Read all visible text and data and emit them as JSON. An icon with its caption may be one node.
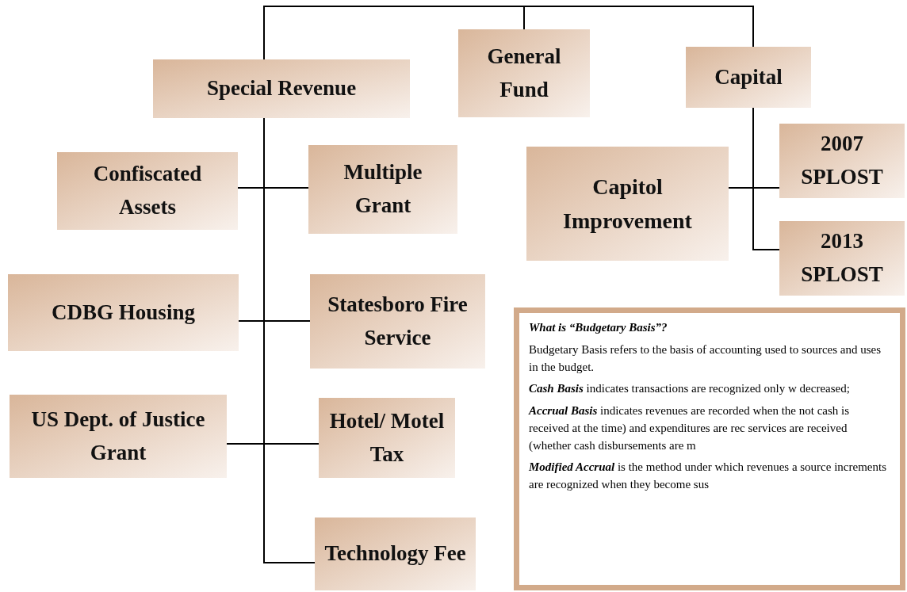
{
  "diagram": {
    "nodes": [
      {
        "text": [
          "Special Revenue"
        ]
      },
      {
        "text": [
          "General Fund"
        ]
      },
      {
        "text": [
          "Capital"
        ]
      },
      {
        "text": [
          "Confiscated Assets"
        ]
      },
      {
        "text": [
          "Multiple Grant"
        ]
      },
      {
        "text": [
          "Capitol Improvement"
        ]
      },
      {
        "text": [
          "2007 SPLOST"
        ]
      },
      {
        "text": [
          "2013 SPLOST"
        ]
      },
      {
        "text": [
          "CDBG Housing"
        ]
      },
      {
        "text": [
          "Statesboro Fire Service"
        ]
      },
      {
        "text": [
          "US Dept. of Justice Grant"
        ]
      },
      {
        "text": [
          "Hotel/ Motel Tax"
        ]
      },
      {
        "text": [
          "Technology Fee"
        ]
      },
      {
        "text": [
          "What is “Budgetary Basis”?",
          "Budgetary Basis refers to the basis of accounting used to sources and uses in the budget.",
          "**Cash Basis**  indicates transactions are recognized only w decreased;",
          "**Accrual Basis** indicates revenues are recorded when the not cash is received at the time) and expenditures are rec services are received (whether cash disbursements are m",
          "**Modified Accrual** is the method under which revenues a source increments are recognized when they become sus"
        ]
      }
    ],
    "edges": [
      {
        "from": 1,
        "to": 0,
        "arrow": "none"
      },
      {
        "from": 1,
        "to": 2,
        "arrow": "none"
      },
      {
        "from": 0,
        "to": 3,
        "arrow": "none"
      },
      {
        "from": 0,
        "to": 4,
        "arrow": "none"
      },
      {
        "from": 0,
        "to": 8,
        "arrow": "none"
      },
      {
        "from": 0,
        "to": 9,
        "arrow": "none"
      },
      {
        "from": 0,
        "to": 10,
        "arrow": "none"
      },
      {
        "from": 0,
        "to": 11,
        "arrow": "none"
      },
      {
        "from": 0,
        "to": 12,
        "arrow": "none"
      },
      {
        "from": 2,
        "to": 5,
        "arrow": "none"
      },
      {
        "from": 2,
        "to": 6,
        "arrow": "none"
      },
      {
        "from": 2,
        "to": 7,
        "arrow": "none"
      }
    ]
  }
}
